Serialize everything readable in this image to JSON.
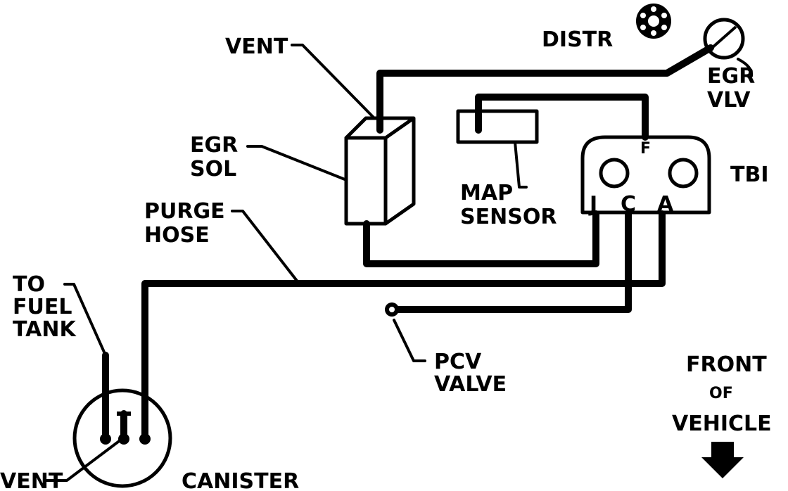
{
  "labels": {
    "vent_top": "VENT",
    "distr": "DISTR",
    "egr_vlv_1": "EGR",
    "egr_vlv_2": "VLV",
    "egr_sol_1": "EGR",
    "egr_sol_2": "SOL",
    "map_1": "MAP",
    "map_2": "SENSOR",
    "tbi": "TBI",
    "port_f": "F",
    "port_j": "J",
    "port_c": "C",
    "port_a": "A",
    "purge_1": "PURGE",
    "purge_2": "HOSE",
    "tofuel_1": "TO",
    "tofuel_2": "FUEL",
    "tofuel_3": "TANK",
    "pcv_1": "PCV",
    "pcv_2": "VALVE",
    "front_1": "FRONT",
    "front_2": "OF",
    "front_3": "VEHICLE",
    "vent_bottom": "VENT",
    "canister": "CANISTER"
  },
  "colors": {
    "ink": "#000000",
    "paper": "#ffffff"
  },
  "icons": {
    "front_arrow": "arrow-down-icon"
  }
}
